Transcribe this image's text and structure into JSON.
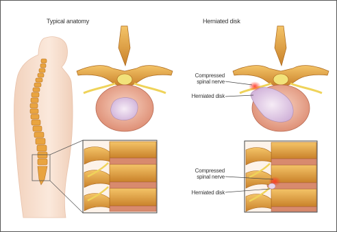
{
  "headings": {
    "typical": "Typical anatomy",
    "herniated": "Herniated disk"
  },
  "labels": {
    "top_compressed": "Compressed spinal nerve",
    "top_compressed_l1": "Compressed",
    "top_compressed_l2": "spinal nerve",
    "top_herniated": "Herniated disk",
    "bottom_compressed_l1": "Compressed",
    "bottom_compressed_l2": "spinal nerve",
    "bottom_herniated": "Herniated disk"
  },
  "colors": {
    "bone": "#e8a83c",
    "bone_dark": "#b66f1a",
    "disk": "#f0b09a",
    "nucleus": "#e9d6ec",
    "nerve": "#f2e27a",
    "skin": "#fbe6d6",
    "inflamed": "#e03a2a"
  }
}
